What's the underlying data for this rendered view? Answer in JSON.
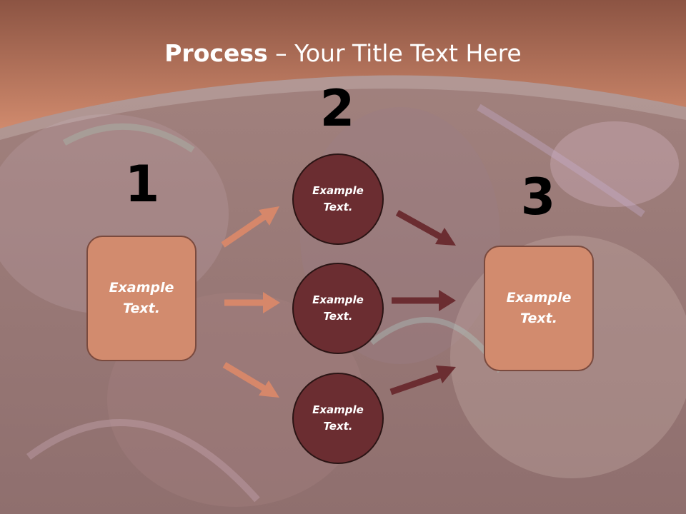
{
  "title": {
    "strong": "Process",
    "rest": " – Your Title Text Here"
  },
  "steps": {
    "one": {
      "number": "1",
      "text_line1": "Example",
      "text_line2": "Text."
    },
    "two": {
      "number": "2"
    },
    "three": {
      "number": "3",
      "text_line1": "Example",
      "text_line2": "Text."
    }
  },
  "circles": [
    {
      "text_line1": "Example",
      "text_line2": "Text."
    },
    {
      "text_line1": "Example",
      "text_line2": "Text."
    },
    {
      "text_line1": "Example",
      "text_line2": "Text."
    }
  ],
  "colors": {
    "header": "#c97b5e",
    "box_fill": "#d28b6e",
    "circle_fill": "#6b2d31",
    "arrow_light": "#d6876a",
    "arrow_dark": "#6b2d31"
  }
}
